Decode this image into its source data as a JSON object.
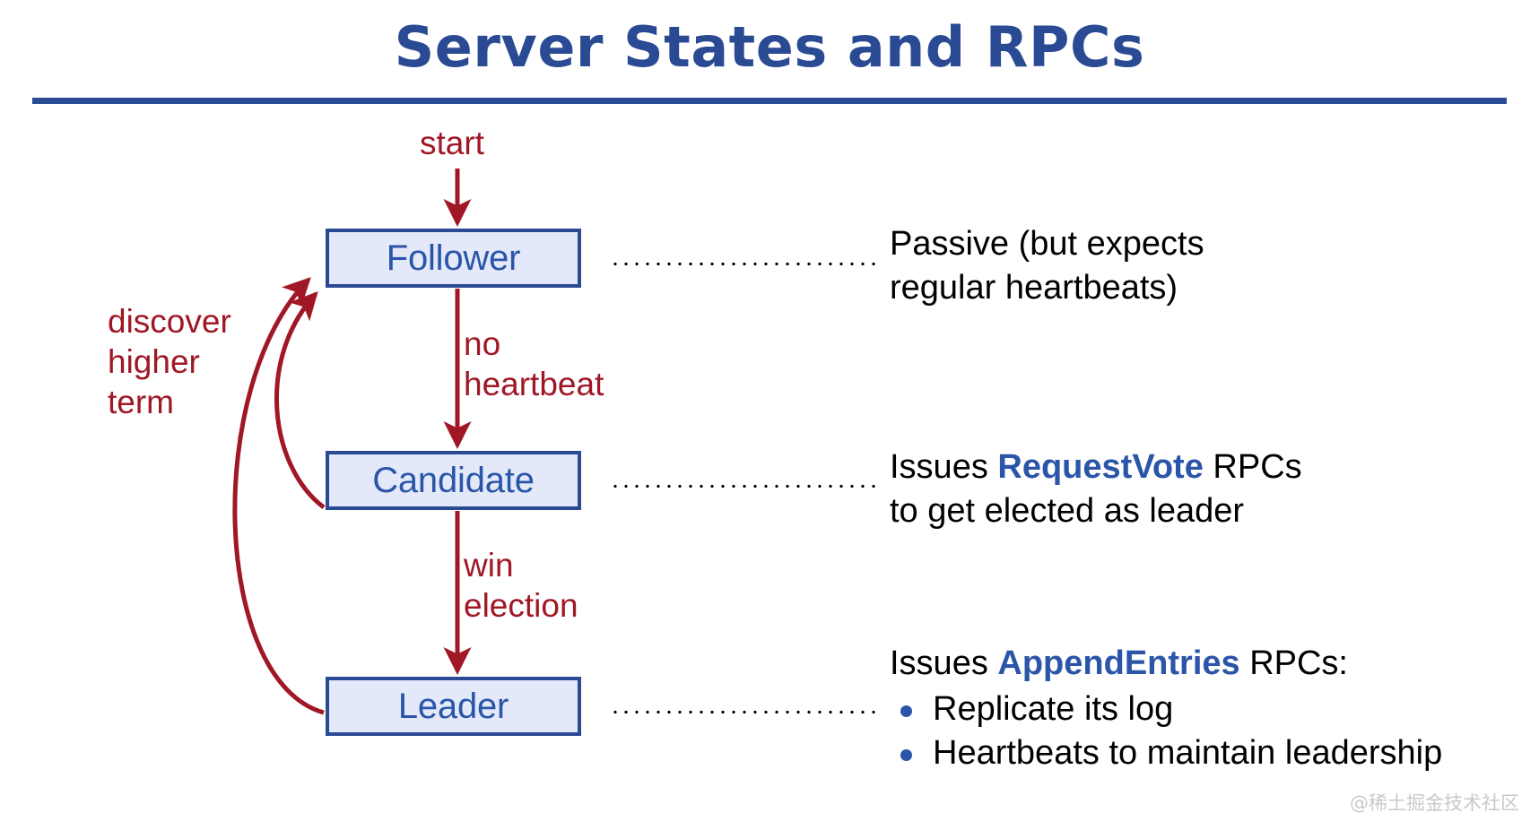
{
  "slide": {
    "title": "Server States and RPCs",
    "accent_blue": "#2A4A93",
    "state_fill": "#E3E9F8",
    "state_text_color": "#2A55A8",
    "transition_red": "#A01726",
    "body_text_color": "#000000",
    "background": "#ffffff"
  },
  "states": [
    {
      "id": "follower",
      "label": "Follower"
    },
    {
      "id": "candidate",
      "label": "Candidate"
    },
    {
      "id": "leader",
      "label": "Leader"
    }
  ],
  "transitions": [
    {
      "id": "start",
      "label": "start"
    },
    {
      "id": "no-heartbeat",
      "label": "no\nheartbeat"
    },
    {
      "id": "win-election",
      "label": "win\nelection"
    },
    {
      "id": "discover-higher-term",
      "label": "discover\nhigher\nterm"
    }
  ],
  "notes": {
    "follower": {
      "line1": "Passive (but expects",
      "line2": "regular heartbeats)"
    },
    "candidate": {
      "line1_pre": "Issues ",
      "line1_rpc": "RequestVote",
      "line1_post": " RPCs",
      "line2": "to get elected as leader"
    },
    "leader": {
      "line1_pre": "Issues ",
      "line1_rpc": "AppendEntries",
      "line1_post": " RPCs:",
      "bullets": [
        "Replicate its log",
        "Heartbeats to maintain leadership"
      ]
    }
  },
  "watermark": "@稀土掘金技术社区"
}
